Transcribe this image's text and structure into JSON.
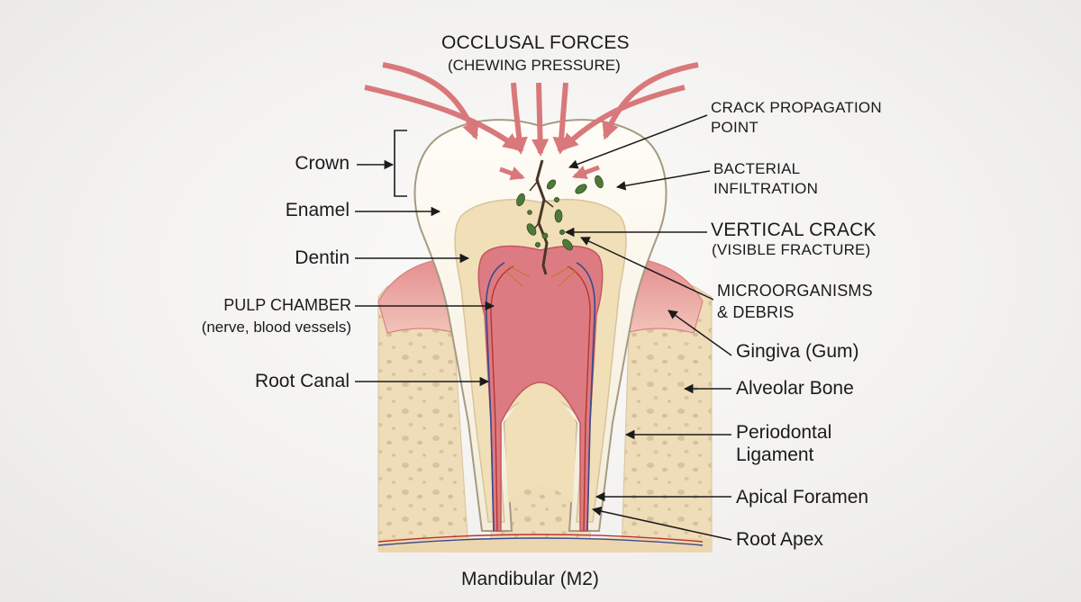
{
  "diagram": {
    "title": "OCCLUSAL FORCES",
    "subtitle": "(CHEWING PRESSURE)",
    "caption": "Mandibular (M2)",
    "left_labels": {
      "crown": "Crown",
      "enamel": "Enamel",
      "dentin": "Dentin",
      "pulp_chamber": "PULP CHAMBER",
      "pulp_chamber_note": "(nerve, blood vessels)",
      "root_canal": "Root Canal"
    },
    "right_labels": {
      "crack_point_1": "CRACK PROPAGATION",
      "crack_point_2": "POINT",
      "bacterial_1": "BACTERIAL",
      "bacterial_2": "INFILTRATION",
      "vertical_crack": "VERTICAL CRACK",
      "vertical_crack_note": "(VISIBLE FRACTURE)",
      "microorganisms_1": "MICROORGANISMS",
      "microorganisms_2": "& DEBRIS",
      "gingiva": "Gingiva (Gum)",
      "alveolar_bone": "Alveolar Bone",
      "periodontal_1": "Periodontal",
      "periodontal_2": "Ligament",
      "apical_foramen": "Apical Foramen",
      "root_apex": "Root Apex"
    },
    "colors": {
      "force_arrow": "#d9787b",
      "enamel": "#f7f2e6",
      "dentin": "#f1dfb8",
      "pulp": "#d8737a",
      "gingiva": "#e9a5a2",
      "bone": "#f0dcb8",
      "bacteria": "#4e7a37",
      "leader_line": "#1b1b1b"
    }
  }
}
